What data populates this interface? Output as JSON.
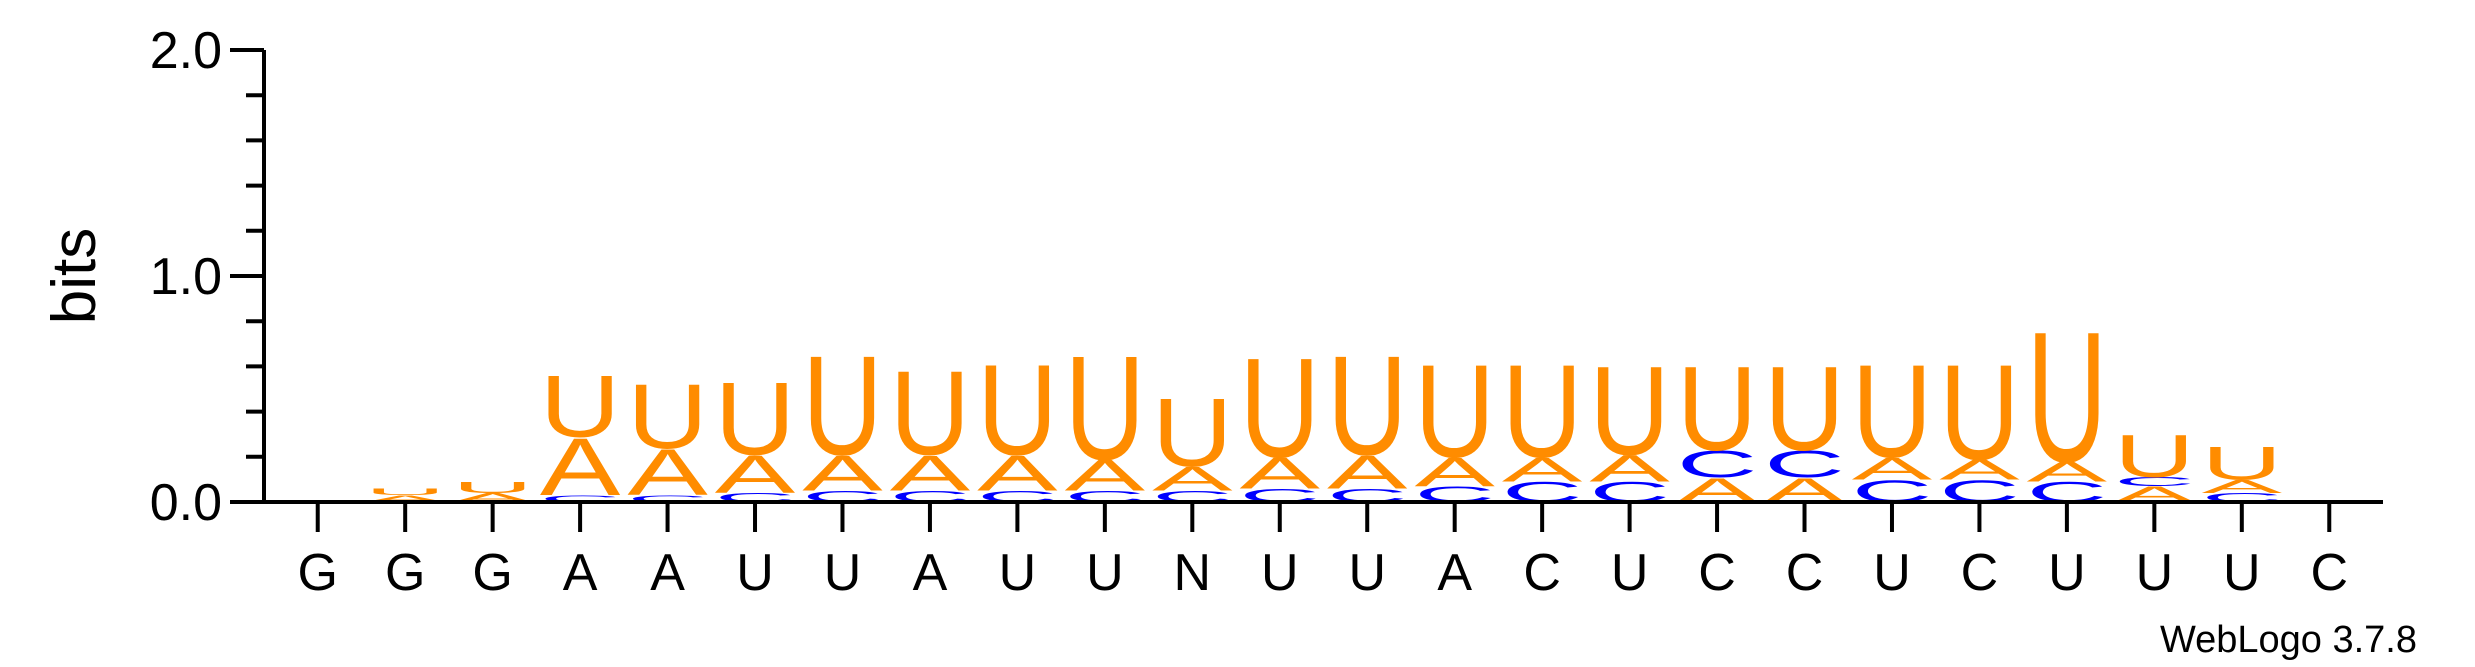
{
  "chart_data": {
    "type": "sequence-logo",
    "ylabel": "bits",
    "ylim": [
      0,
      2.0
    ],
    "yticks": [
      "0.0",
      "1.0",
      "2.0"
    ],
    "credit": "WebLogo 3.7.8",
    "colors": {
      "U": "#ff8c00",
      "A": "#ff8c00",
      "C": "#0000ff",
      "G": "#ff8c00"
    },
    "positions": [
      {
        "label": "G",
        "stack": []
      },
      {
        "label": "G",
        "stack": [
          {
            "letter": "A",
            "bits": 0.03
          },
          {
            "letter": "U",
            "bits": 0.03
          }
        ]
      },
      {
        "label": "G",
        "stack": [
          {
            "letter": "A",
            "bits": 0.04
          },
          {
            "letter": "U",
            "bits": 0.05
          }
        ]
      },
      {
        "label": "A",
        "stack": [
          {
            "letter": "C",
            "bits": 0.03
          },
          {
            "letter": "A",
            "bits": 0.26
          },
          {
            "letter": "U",
            "bits": 0.28
          }
        ]
      },
      {
        "label": "A",
        "stack": [
          {
            "letter": "C",
            "bits": 0.03
          },
          {
            "letter": "A",
            "bits": 0.21
          },
          {
            "letter": "U",
            "bits": 0.29
          }
        ]
      },
      {
        "label": "U",
        "stack": [
          {
            "letter": "C",
            "bits": 0.04
          },
          {
            "letter": "A",
            "bits": 0.17
          },
          {
            "letter": "U",
            "bits": 0.33
          }
        ]
      },
      {
        "label": "U",
        "stack": [
          {
            "letter": "C",
            "bits": 0.05
          },
          {
            "letter": "A",
            "bits": 0.16
          },
          {
            "letter": "U",
            "bits": 0.45
          }
        ]
      },
      {
        "label": "A",
        "stack": [
          {
            "letter": "C",
            "bits": 0.05
          },
          {
            "letter": "A",
            "bits": 0.16
          },
          {
            "letter": "U",
            "bits": 0.38
          }
        ]
      },
      {
        "label": "U",
        "stack": [
          {
            "letter": "C",
            "bits": 0.05
          },
          {
            "letter": "A",
            "bits": 0.16
          },
          {
            "letter": "U",
            "bits": 0.41
          }
        ]
      },
      {
        "label": "U",
        "stack": [
          {
            "letter": "C",
            "bits": 0.05
          },
          {
            "letter": "A",
            "bits": 0.14
          },
          {
            "letter": "U",
            "bits": 0.47
          }
        ]
      },
      {
        "label": "N",
        "stack": [
          {
            "letter": "C",
            "bits": 0.05
          },
          {
            "letter": "A",
            "bits": 0.11
          },
          {
            "letter": "U",
            "bits": 0.31
          }
        ]
      },
      {
        "label": "U",
        "stack": [
          {
            "letter": "C",
            "bits": 0.06
          },
          {
            "letter": "A",
            "bits": 0.14
          },
          {
            "letter": "U",
            "bits": 0.45
          }
        ]
      },
      {
        "label": "U",
        "stack": [
          {
            "letter": "C",
            "bits": 0.06
          },
          {
            "letter": "A",
            "bits": 0.15
          },
          {
            "letter": "U",
            "bits": 0.45
          }
        ]
      },
      {
        "label": "A",
        "stack": [
          {
            "letter": "C",
            "bits": 0.07
          },
          {
            "letter": "A",
            "bits": 0.13
          },
          {
            "letter": "U",
            "bits": 0.42
          }
        ]
      },
      {
        "label": "C",
        "stack": [
          {
            "letter": "C",
            "bits": 0.09
          },
          {
            "letter": "A",
            "bits": 0.11
          },
          {
            "letter": "U",
            "bits": 0.42
          }
        ]
      },
      {
        "label": "U",
        "stack": [
          {
            "letter": "C",
            "bits": 0.09
          },
          {
            "letter": "A",
            "bits": 0.12
          },
          {
            "letter": "U",
            "bits": 0.4
          }
        ]
      },
      {
        "label": "C",
        "stack": [
          {
            "letter": "A",
            "bits": 0.11
          },
          {
            "letter": "C",
            "bits": 0.12
          },
          {
            "letter": "U",
            "bits": 0.38
          }
        ]
      },
      {
        "label": "C",
        "stack": [
          {
            "letter": "A",
            "bits": 0.11
          },
          {
            "letter": "C",
            "bits": 0.12
          },
          {
            "letter": "U",
            "bits": 0.38
          }
        ]
      },
      {
        "label": "U",
        "stack": [
          {
            "letter": "C",
            "bits": 0.1
          },
          {
            "letter": "A",
            "bits": 0.1
          },
          {
            "letter": "U",
            "bits": 0.42
          }
        ]
      },
      {
        "label": "C",
        "stack": [
          {
            "letter": "C",
            "bits": 0.1
          },
          {
            "letter": "A",
            "bits": 0.09
          },
          {
            "letter": "U",
            "bits": 0.43
          }
        ]
      },
      {
        "label": "U",
        "stack": [
          {
            "letter": "C",
            "bits": 0.09
          },
          {
            "letter": "A",
            "bits": 0.09
          },
          {
            "letter": "U",
            "bits": 0.59
          }
        ]
      },
      {
        "label": "U",
        "stack": [
          {
            "letter": "A",
            "bits": 0.07
          },
          {
            "letter": "C",
            "bits": 0.04
          },
          {
            "letter": "U",
            "bits": 0.19
          }
        ]
      },
      {
        "label": "U",
        "stack": [
          {
            "letter": "C",
            "bits": 0.04
          },
          {
            "letter": "A",
            "bits": 0.06
          },
          {
            "letter": "U",
            "bits": 0.15
          }
        ]
      },
      {
        "label": "C",
        "stack": []
      }
    ]
  }
}
